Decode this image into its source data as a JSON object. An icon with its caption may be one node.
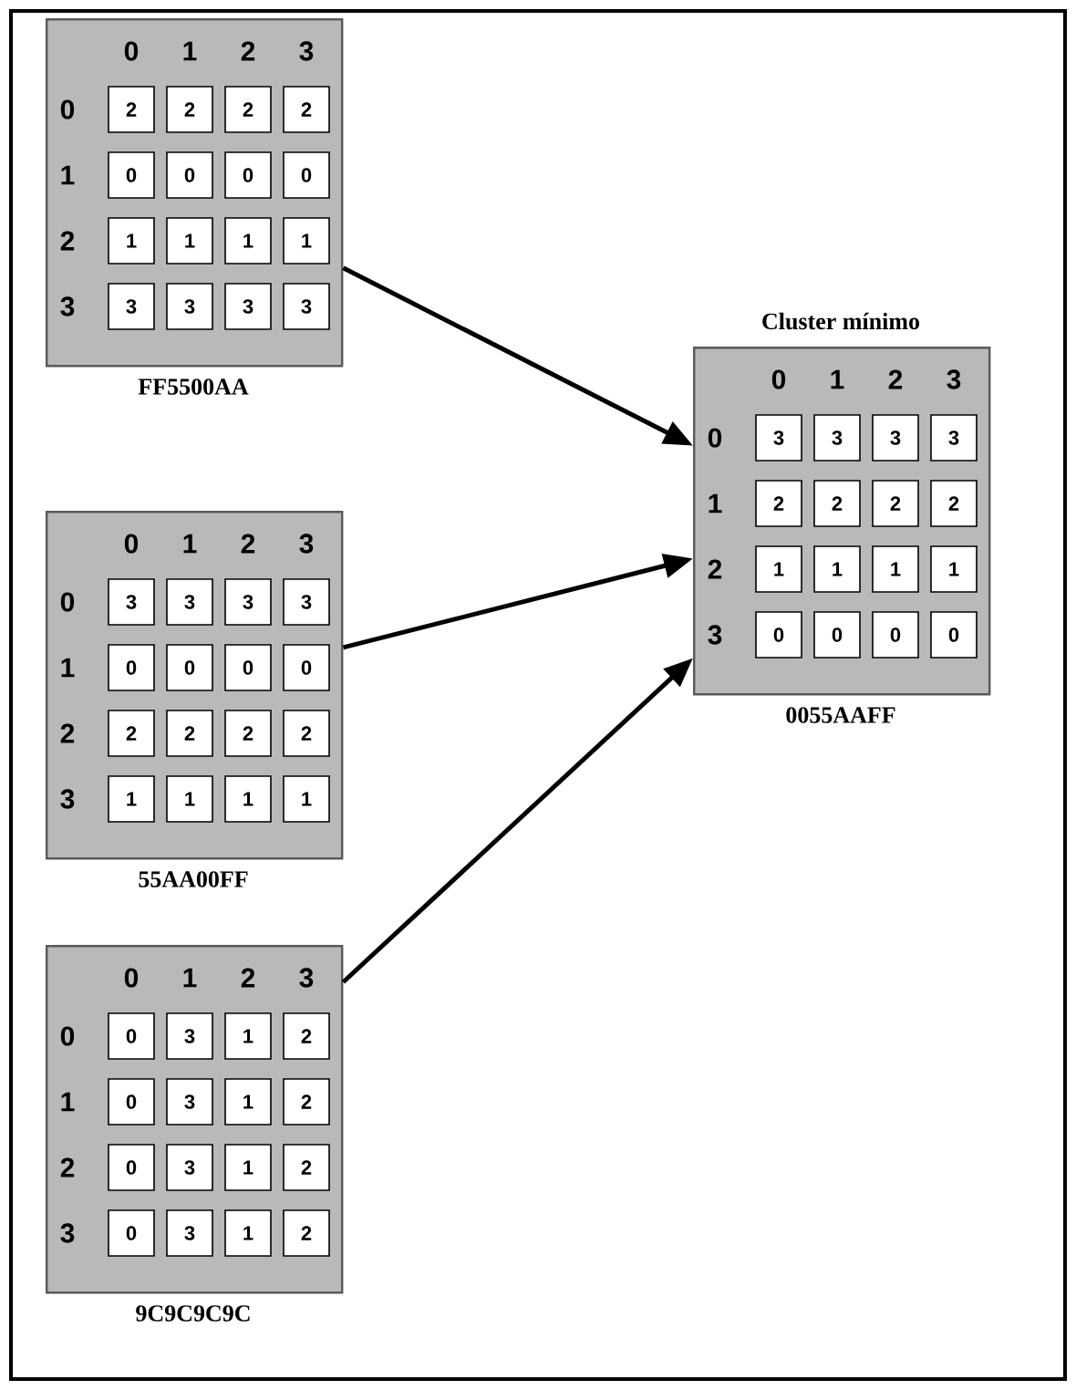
{
  "diagram": {
    "nodes": [
      {
        "text": [
          "0",
          "1",
          "2",
          "3",
          "0",
          "1",
          "2",
          "3"
        ],
        "beside": [
          "FF5500AA"
        ]
      },
      {
        "text": [
          "2"
        ],
        "in": 0
      },
      {
        "text": [
          "2"
        ],
        "in": 0
      },
      {
        "text": [
          "2"
        ],
        "in": 0
      },
      {
        "text": [
          "2"
        ],
        "in": 0
      },
      {
        "text": [
          "0"
        ],
        "in": 0
      },
      {
        "text": [
          "0"
        ],
        "in": 0
      },
      {
        "text": [
          "0"
        ],
        "in": 0
      },
      {
        "text": [
          "0"
        ],
        "in": 0
      },
      {
        "text": [
          "1"
        ],
        "in": 0
      },
      {
        "text": [
          "1"
        ],
        "in": 0
      },
      {
        "text": [
          "1"
        ],
        "in": 0
      },
      {
        "text": [
          "1"
        ],
        "in": 0
      },
      {
        "text": [
          "3"
        ],
        "in": 0
      },
      {
        "text": [
          "3"
        ],
        "in": 0
      },
      {
        "text": [
          "3"
        ],
        "in": 0
      },
      {
        "text": [
          "3"
        ],
        "in": 0
      },
      {
        "text": [
          "0",
          "1",
          "2",
          "3",
          "0",
          "1",
          "2",
          "3"
        ],
        "beside": [
          "55AA00FF"
        ]
      },
      {
        "text": [
          "3"
        ],
        "in": 17
      },
      {
        "text": [
          "3"
        ],
        "in": 17
      },
      {
        "text": [
          "3"
        ],
        "in": 17
      },
      {
        "text": [
          "3"
        ],
        "in": 17
      },
      {
        "text": [
          "0"
        ],
        "in": 17
      },
      {
        "text": [
          "0"
        ],
        "in": 17
      },
      {
        "text": [
          "0"
        ],
        "in": 17
      },
      {
        "text": [
          "0"
        ],
        "in": 17
      },
      {
        "text": [
          "2"
        ],
        "in": 17
      },
      {
        "text": [
          "2"
        ],
        "in": 17
      },
      {
        "text": [
          "2"
        ],
        "in": 17
      },
      {
        "text": [
          "2"
        ],
        "in": 17
      },
      {
        "text": [
          "1"
        ],
        "in": 17
      },
      {
        "text": [
          "1"
        ],
        "in": 17
      },
      {
        "text": [
          "1"
        ],
        "in": 17
      },
      {
        "text": [
          "1"
        ],
        "in": 17
      },
      {
        "text": [
          "0",
          "1",
          "2",
          "3",
          "0",
          "1",
          "2",
          "3"
        ],
        "beside": [
          "9C9C9C9C"
        ]
      },
      {
        "text": [
          "0"
        ],
        "in": 34
      },
      {
        "text": [
          "3"
        ],
        "in": 34
      },
      {
        "text": [
          "1"
        ],
        "in": 34
      },
      {
        "text": [
          "2"
        ],
        "in": 34
      },
      {
        "text": [
          "0"
        ],
        "in": 34
      },
      {
        "text": [
          "3"
        ],
        "in": 34
      },
      {
        "text": [
          "1"
        ],
        "in": 34
      },
      {
        "text": [
          "2"
        ],
        "in": 34
      },
      {
        "text": [
          "0"
        ],
        "in": 34
      },
      {
        "text": [
          "3"
        ],
        "in": 34
      },
      {
        "text": [
          "1"
        ],
        "in": 34
      },
      {
        "text": [
          "2"
        ],
        "in": 34
      },
      {
        "text": [
          "0"
        ],
        "in": 34
      },
      {
        "text": [
          "3"
        ],
        "in": 34
      },
      {
        "text": [
          "1"
        ],
        "in": 34
      },
      {
        "text": [
          "2"
        ],
        "in": 34
      },
      {
        "text": [
          "Cluster mínimo",
          "0",
          "1",
          "2",
          "3",
          "0",
          "1",
          "2",
          "3"
        ],
        "beside": [
          "0055AAFF"
        ]
      },
      {
        "text": [
          "3"
        ],
        "in": 51
      },
      {
        "text": [
          "3"
        ],
        "in": 51
      },
      {
        "text": [
          "3"
        ],
        "in": 51
      },
      {
        "text": [
          "3"
        ],
        "in": 51
      },
      {
        "text": [
          "2"
        ],
        "in": 51
      },
      {
        "text": [
          "2"
        ],
        "in": 51
      },
      {
        "text": [
          "2"
        ],
        "in": 51
      },
      {
        "text": [
          "2"
        ],
        "in": 51
      },
      {
        "text": [
          "1"
        ],
        "in": 51
      },
      {
        "text": [
          "1"
        ],
        "in": 51
      },
      {
        "text": [
          "1"
        ],
        "in": 51
      },
      {
        "text": [
          "1"
        ],
        "in": 51
      },
      {
        "text": [
          "0"
        ],
        "in": 51
      },
      {
        "text": [
          "0"
        ],
        "in": 51
      },
      {
        "text": [
          "0"
        ],
        "in": 51
      },
      {
        "text": [
          "0"
        ],
        "in": 51
      }
    ],
    "edges": [
      {
        "from": 0,
        "to": 51,
        "arrow": "to"
      },
      {
        "from": 17,
        "to": 51,
        "arrow": "to"
      },
      {
        "from": 34,
        "to": 51,
        "arrow": "to"
      }
    ]
  }
}
